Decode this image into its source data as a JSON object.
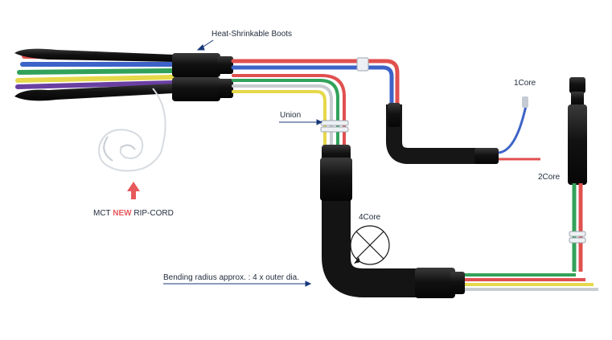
{
  "labels": {
    "heat_shrinkable_boots": "Heat-Shrinkable Boots",
    "union": "Union",
    "one_core": "1Core",
    "two_core": "2Core",
    "four_core": "4Core",
    "bending_radius": "Bending radius approx. : 4 x outer dia.",
    "ripcord_prefix": "MCT",
    "ripcord_new": "NEW",
    "ripcord_suffix": "RIP-CORD"
  },
  "colors": {
    "jacket": "#161616",
    "red_core": "#e0504f",
    "blue_core": "#3d63c8",
    "green_core": "#32a25a",
    "yellow_core": "#e6d84a",
    "purple_core": "#6a3fa2",
    "gray_core": "#c8ccd0",
    "arrow_navy": "#17397a",
    "ripcord_arrow": "#e8595b"
  },
  "icons": [
    "bending-radius-circle-icon",
    "up-arrow-icon",
    "rip-cord-coil-icon"
  ]
}
